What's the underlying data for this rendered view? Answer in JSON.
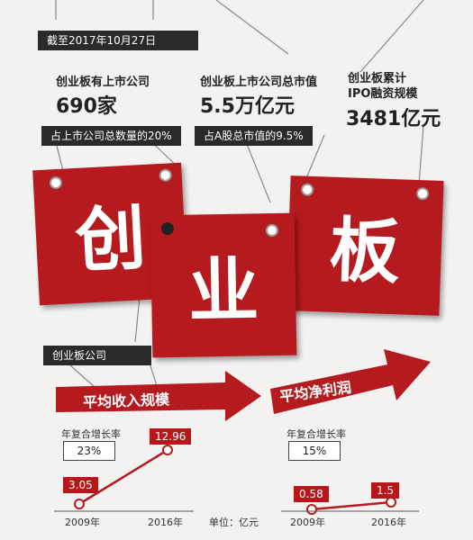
{
  "header": {
    "date_label": "截至2017年10月27日"
  },
  "stats": [
    {
      "label": "创业板有上市公司",
      "value": "690家",
      "note": "占上市公司总数量的20%"
    },
    {
      "label": "创业板上市公司总市值",
      "value": "5.5万亿元",
      "note": "占A股总市值的9.5%"
    },
    {
      "label_line1": "创业板累计",
      "label_line2": "IPO融资规模",
      "value": "3481亿元"
    }
  ],
  "cards": [
    "创",
    "业",
    "板"
  ],
  "section_tag": "创业板公司",
  "arrows": [
    "平均收入规模",
    "平均净利润"
  ],
  "growth": [
    {
      "rate_label": "年复合增长率",
      "rate": "23%",
      "start": "3.05",
      "end": "12.96",
      "start_year": "2009年",
      "end_year": "2016年"
    },
    {
      "rate_label": "年复合增长率",
      "rate": "15%",
      "start": "0.58",
      "end": "1.5",
      "start_year": "2009年",
      "end_year": "2016年"
    }
  ],
  "unit": "单位：亿元",
  "colors": {
    "red": "#b51a1e",
    "dark": "#2a2a2a",
    "background": "#f3f2f1"
  }
}
